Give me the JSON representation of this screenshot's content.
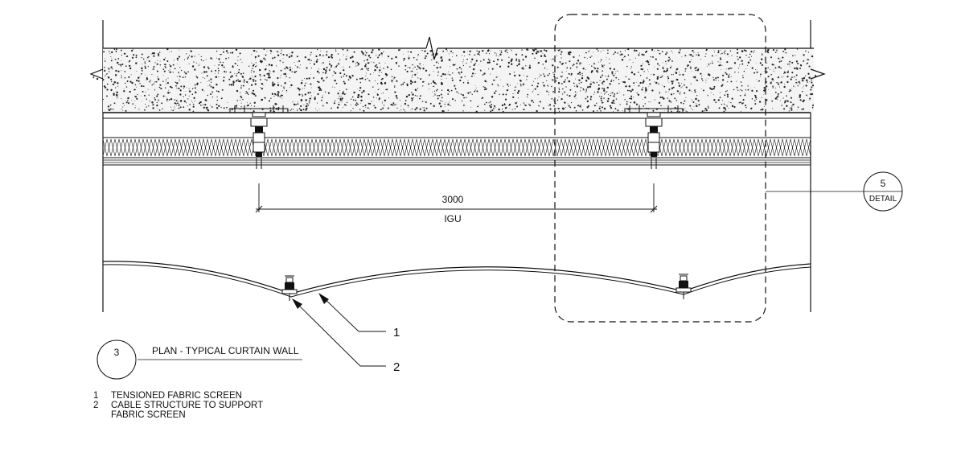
{
  "dimension": {
    "value": "3000",
    "label": "IGU"
  },
  "detail_callout": {
    "number": "5",
    "label": "DETAIL"
  },
  "view_title": {
    "number": "3",
    "title": "PLAN - TYPICAL CURTAIN WALL"
  },
  "leaders": [
    {
      "number": "1"
    },
    {
      "number": "2"
    }
  ],
  "notes": [
    {
      "number": "1",
      "text": "TENSIONED FABRIC SCREEN"
    },
    {
      "number": "2",
      "text": "CABLE STRUCTURE TO SUPPORT FABRIC SCREEN"
    }
  ],
  "colors": {
    "line": "#111111",
    "paper": "#ffffff"
  }
}
